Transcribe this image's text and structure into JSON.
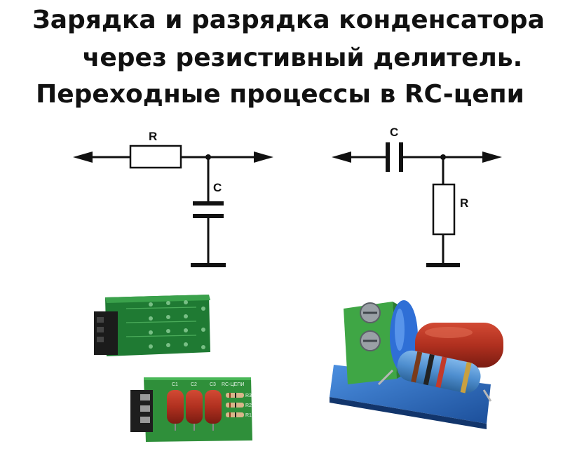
{
  "title": {
    "line1": "Зарядка и разрядка конденсатора",
    "line2": "через резистивный делитель.",
    "line3": "Переходные процессы в RC-цепи"
  },
  "diagram_left": {
    "resistor_label": "R",
    "capacitor_label": "C"
  },
  "diagram_right": {
    "capacitor_label": "C",
    "resistor_label": "R"
  },
  "boards": {
    "board1_caps": [
      "C1",
      "C2",
      "C3"
    ],
    "board1_tag": "RC-ЦЕПИ",
    "board1_rs": [
      "R3",
      "R2",
      "R1"
    ]
  },
  "colors": {
    "line": "#111111",
    "pcb_green": "#2f8f3a",
    "pcb_blue": "#1e5fb0",
    "cap_red": "#b0301f",
    "terminal_green": "#3fa645",
    "resistor_blue": "#4f8fd0"
  }
}
